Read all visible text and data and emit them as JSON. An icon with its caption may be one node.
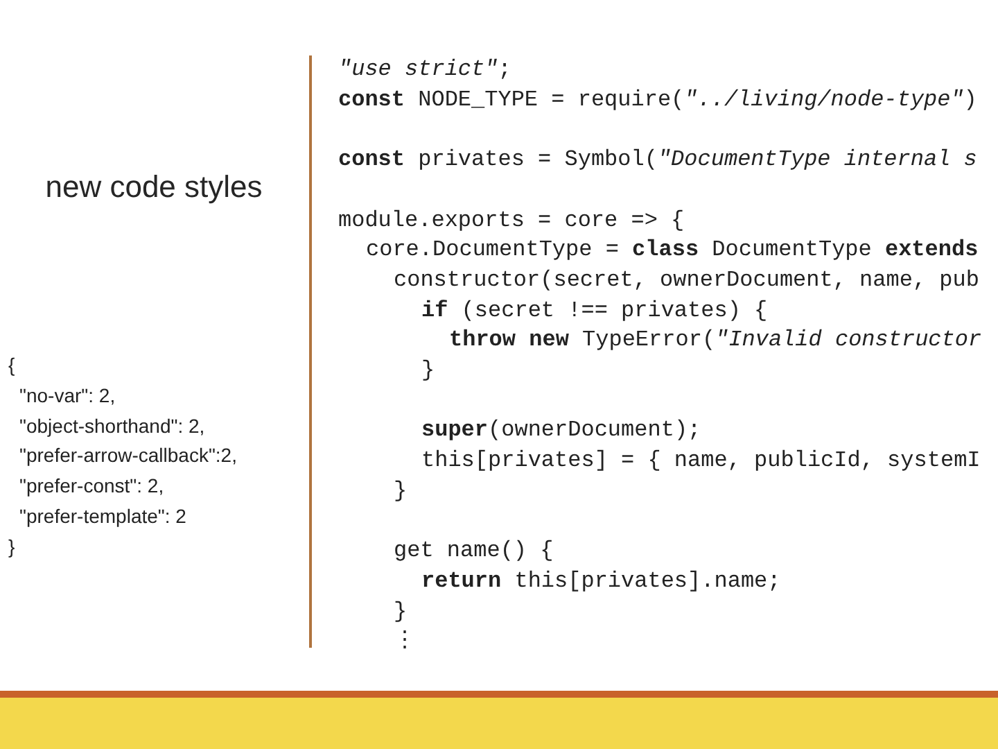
{
  "diagram": {
    "title": "new code styles",
    "labels": [
      "{",
      "\"no-var\": 2,",
      "\"object-shorthand\": 2,",
      "\"prefer-arrow-callback\":2,",
      "\"prefer-const\": 2,",
      "\"prefer-template\": 2",
      "}",
      "*\"use strict\"*;",
      "**const** NODE_TYPE = require(*\"../living/node-type\"*)",
      "**const** privates = Symbol(*\"DocumentType internal s*",
      "module.exports = core => {",
      "core.DocumentType = **class** DocumentType **extends**",
      "constructor(secret, ownerDocument, name, pub",
      "**if** (secret !== privates) {",
      "**throw new** TypeError(*\"Invalid constructor*",
      "}",
      "**super**(ownerDocument);",
      "this[privates] = { name, publicId, systemI",
      "}",
      "get name() {",
      "**return** this[privates].name;",
      "}",
      "⋮"
    ]
  }
}
